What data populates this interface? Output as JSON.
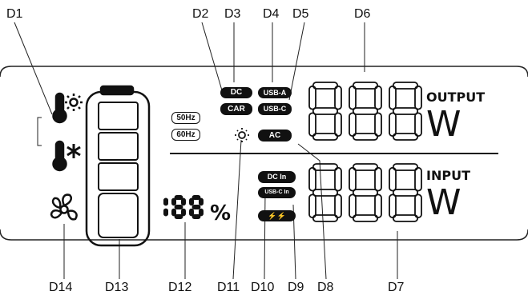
{
  "labels": {
    "d1": "D1",
    "d2": "D2",
    "d3": "D3",
    "d4": "D4",
    "d5": "D5",
    "d6": "D6",
    "d7": "D7",
    "d8": "D8",
    "d9": "D9",
    "d10": "D10",
    "d11": "D11",
    "d12": "D12",
    "d13": "D13",
    "d14": "D14"
  },
  "indicators": {
    "dc": "DC",
    "usb_a": "USB-A",
    "car": "CAR",
    "usb_c": "USB-C",
    "ac": "AC",
    "dc_in": "DC In",
    "usb_c_in": "USB-C In",
    "hz50": "50Hz",
    "hz60": "60Hz"
  },
  "display": {
    "output": "OUTPUT",
    "input": "INPUT",
    "unit_w": "W",
    "percent_digits": "188",
    "percent_sign": "%",
    "fast_charge_glyph": "⚡⚡"
  },
  "icons": [
    "thermometer-heat-icon",
    "thermometer-cold-icon",
    "fan-icon",
    "brightness-icon",
    "battery-icon"
  ]
}
